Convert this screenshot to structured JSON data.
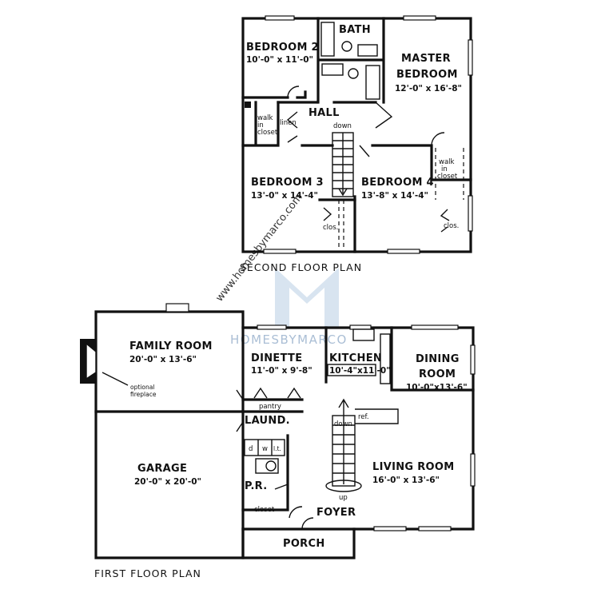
{
  "second_floor": {
    "title": "SECOND FLOOR PLAN",
    "bedroom2": {
      "name": "BEDROOM 2",
      "dims": "10'-0\" x 11'-0\""
    },
    "bath": {
      "name": "BATH"
    },
    "master": {
      "name_line1": "MASTER",
      "name_line2": "BEDROOM",
      "dims": "12'-0\" x 16'-8\""
    },
    "hall": {
      "name": "HALL"
    },
    "walk_in_closet_1": {
      "line1": "walk",
      "line2": "in",
      "line3": "closet"
    },
    "linen": {
      "name": "linen"
    },
    "stair_down": {
      "name": "down"
    },
    "bedroom3": {
      "name": "BEDROOM 3",
      "dims": "13'-0\" x 14'-4\""
    },
    "bedroom4": {
      "name": "BEDROOM 4",
      "dims": "13'-8\" x 14'-4\""
    },
    "walk_in_closet_2": {
      "line1": "walk",
      "line2": "in",
      "line3": "closet"
    },
    "clos_left": {
      "name": "clos."
    },
    "clos_right": {
      "name": "clos."
    }
  },
  "first_floor": {
    "title": "FIRST FLOOR PLAN",
    "family_room": {
      "name": "FAMILY ROOM",
      "dims": "20'-0\" x 13'-6\""
    },
    "fireplace": {
      "line1": "optional",
      "line2": "fireplace"
    },
    "dinette": {
      "name": "DINETTE",
      "dims": "11'-0\" x 9'-8\""
    },
    "kitchen": {
      "name": "KITCHEN",
      "dims": "10'-4\"x11'-0\""
    },
    "dining_room": {
      "name_line1": "DINING",
      "name_line2": "ROOM",
      "dims": "10'-0\"x13'-6\""
    },
    "pantry": {
      "name": "pantry"
    },
    "laundry": {
      "name": "LAUND.",
      "appliance_d": "d",
      "appliance_w": "w",
      "appliance_lt": "l.t."
    },
    "refrigerator": {
      "name": "ref."
    },
    "garage": {
      "name": "GARAGE",
      "dims": "20'-0\" x 20'-0\""
    },
    "stair_down": {
      "name": "down"
    },
    "stair_up": {
      "name": "up"
    },
    "living_room": {
      "name": "LIVING ROOM",
      "dims": "16'-0\" x 13'-6\""
    },
    "powder_room": {
      "name": "P.R."
    },
    "closet": {
      "name": "closet"
    },
    "foyer": {
      "name": "FOYER"
    },
    "porch": {
      "name": "PORCH"
    }
  },
  "watermark": {
    "brand": "HOMESBYMARCO",
    "url": "www.homesbymarco.com",
    "logo_color": "#b8cde3",
    "text_color": "#8ea9c7"
  }
}
